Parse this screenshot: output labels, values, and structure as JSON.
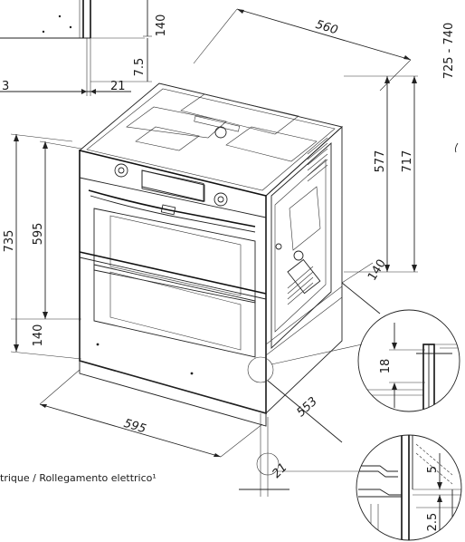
{
  "dimensions": {
    "d560": "560",
    "d725_740": "725 - 740",
    "d140_top": "140",
    "d7_5": "7.5",
    "d3_partial": "3",
    "d21_top": "21",
    "d577": "577",
    "d717": "717",
    "d735": "735",
    "d595_vert": "595",
    "d140_left": "140",
    "d140_right": "140",
    "d18": "18",
    "d553": "553",
    "d595_bottom": "595",
    "d21_bottom": "21",
    "d5": "5",
    "d2_5": "2.5"
  },
  "note_text": "trique / Rollegamento elettrico¹"
}
